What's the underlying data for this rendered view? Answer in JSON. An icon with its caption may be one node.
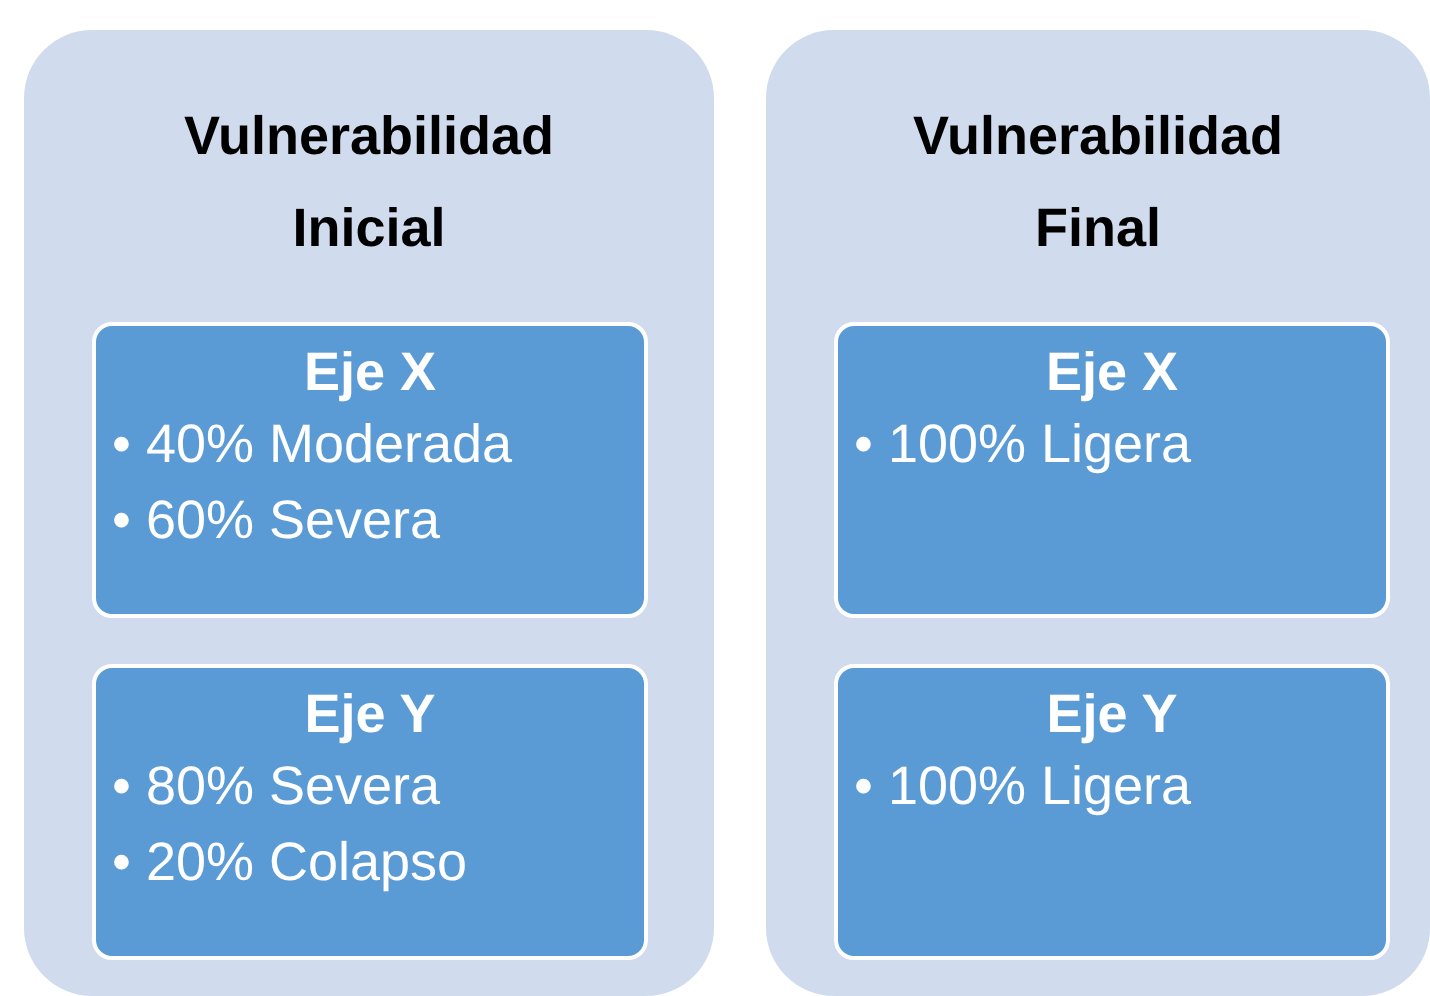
{
  "diagram": {
    "nodes": [
      {
        "text": [
          "Vulnerabilidad Inicial"
        ]
      },
      {
        "text": [
          "Eje X",
          "• 40% Moderada",
          "• 60% Severa"
        ],
        "in": 0
      },
      {
        "text": [
          "Eje Y",
          "• 80% Severa",
          "• 20% Colapso"
        ],
        "in": 0
      },
      {
        "text": [
          "Vulnerabilidad Final"
        ]
      },
      {
        "text": [
          "Eje X",
          "• 100% Ligera"
        ],
        "in": 3
      },
      {
        "text": [
          "Eje Y",
          "• 100% Ligera"
        ],
        "in": 3
      }
    ]
  }
}
